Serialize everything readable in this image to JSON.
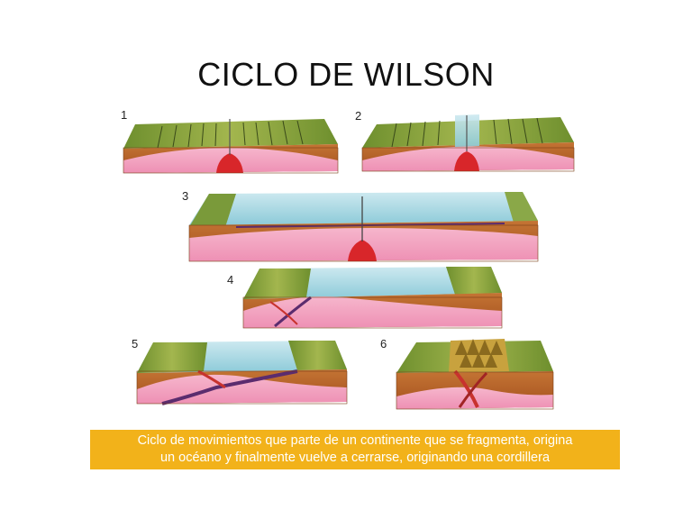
{
  "slide": {
    "title": "CICLO DE WILSON",
    "caption_line1": "Ciclo de movimientos que parte de un continente que se fragmenta, origina",
    "caption_line2": "un océano y finalmente vuelve a cerrarse, originando una cordillera"
  },
  "stages": [
    {
      "number": "1"
    },
    {
      "number": "2"
    },
    {
      "number": "3"
    },
    {
      "number": "4"
    },
    {
      "number": "5"
    },
    {
      "number": "6"
    }
  ],
  "colors": {
    "land": "#7a9a3a",
    "crust": "#b8642c",
    "mantle": "#f2a8c4",
    "magma": "#d8262a",
    "ocean": "#a8d8e4",
    "caption_bg": "#f2b21a"
  }
}
